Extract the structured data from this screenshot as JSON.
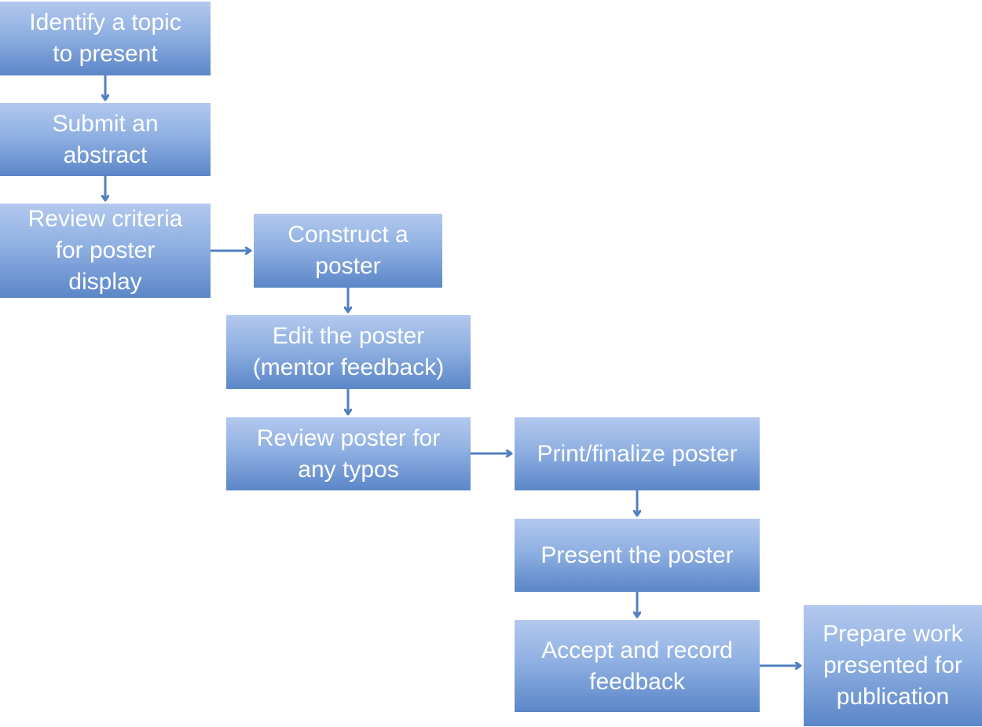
{
  "colors": {
    "box_top": "#b3c8ee",
    "box_bottom": "#5b86c8",
    "arrow": "#5080c0",
    "text": "#ffffff"
  },
  "steps": [
    {
      "label": "Identify a topic\nto present"
    },
    {
      "label": "Submit an\nabstract"
    },
    {
      "label": "Review criteria\nfor poster\ndisplay"
    },
    {
      "label": "Construct a\nposter"
    },
    {
      "label": "Edit the poster\n(mentor feedback)"
    },
    {
      "label": "Review poster for\nany typos"
    },
    {
      "label": "Print/finalize poster"
    },
    {
      "label": "Present the poster"
    },
    {
      "label": "Accept and record\nfeedback"
    },
    {
      "label": "Prepare work\npresented for\npublication"
    }
  ]
}
